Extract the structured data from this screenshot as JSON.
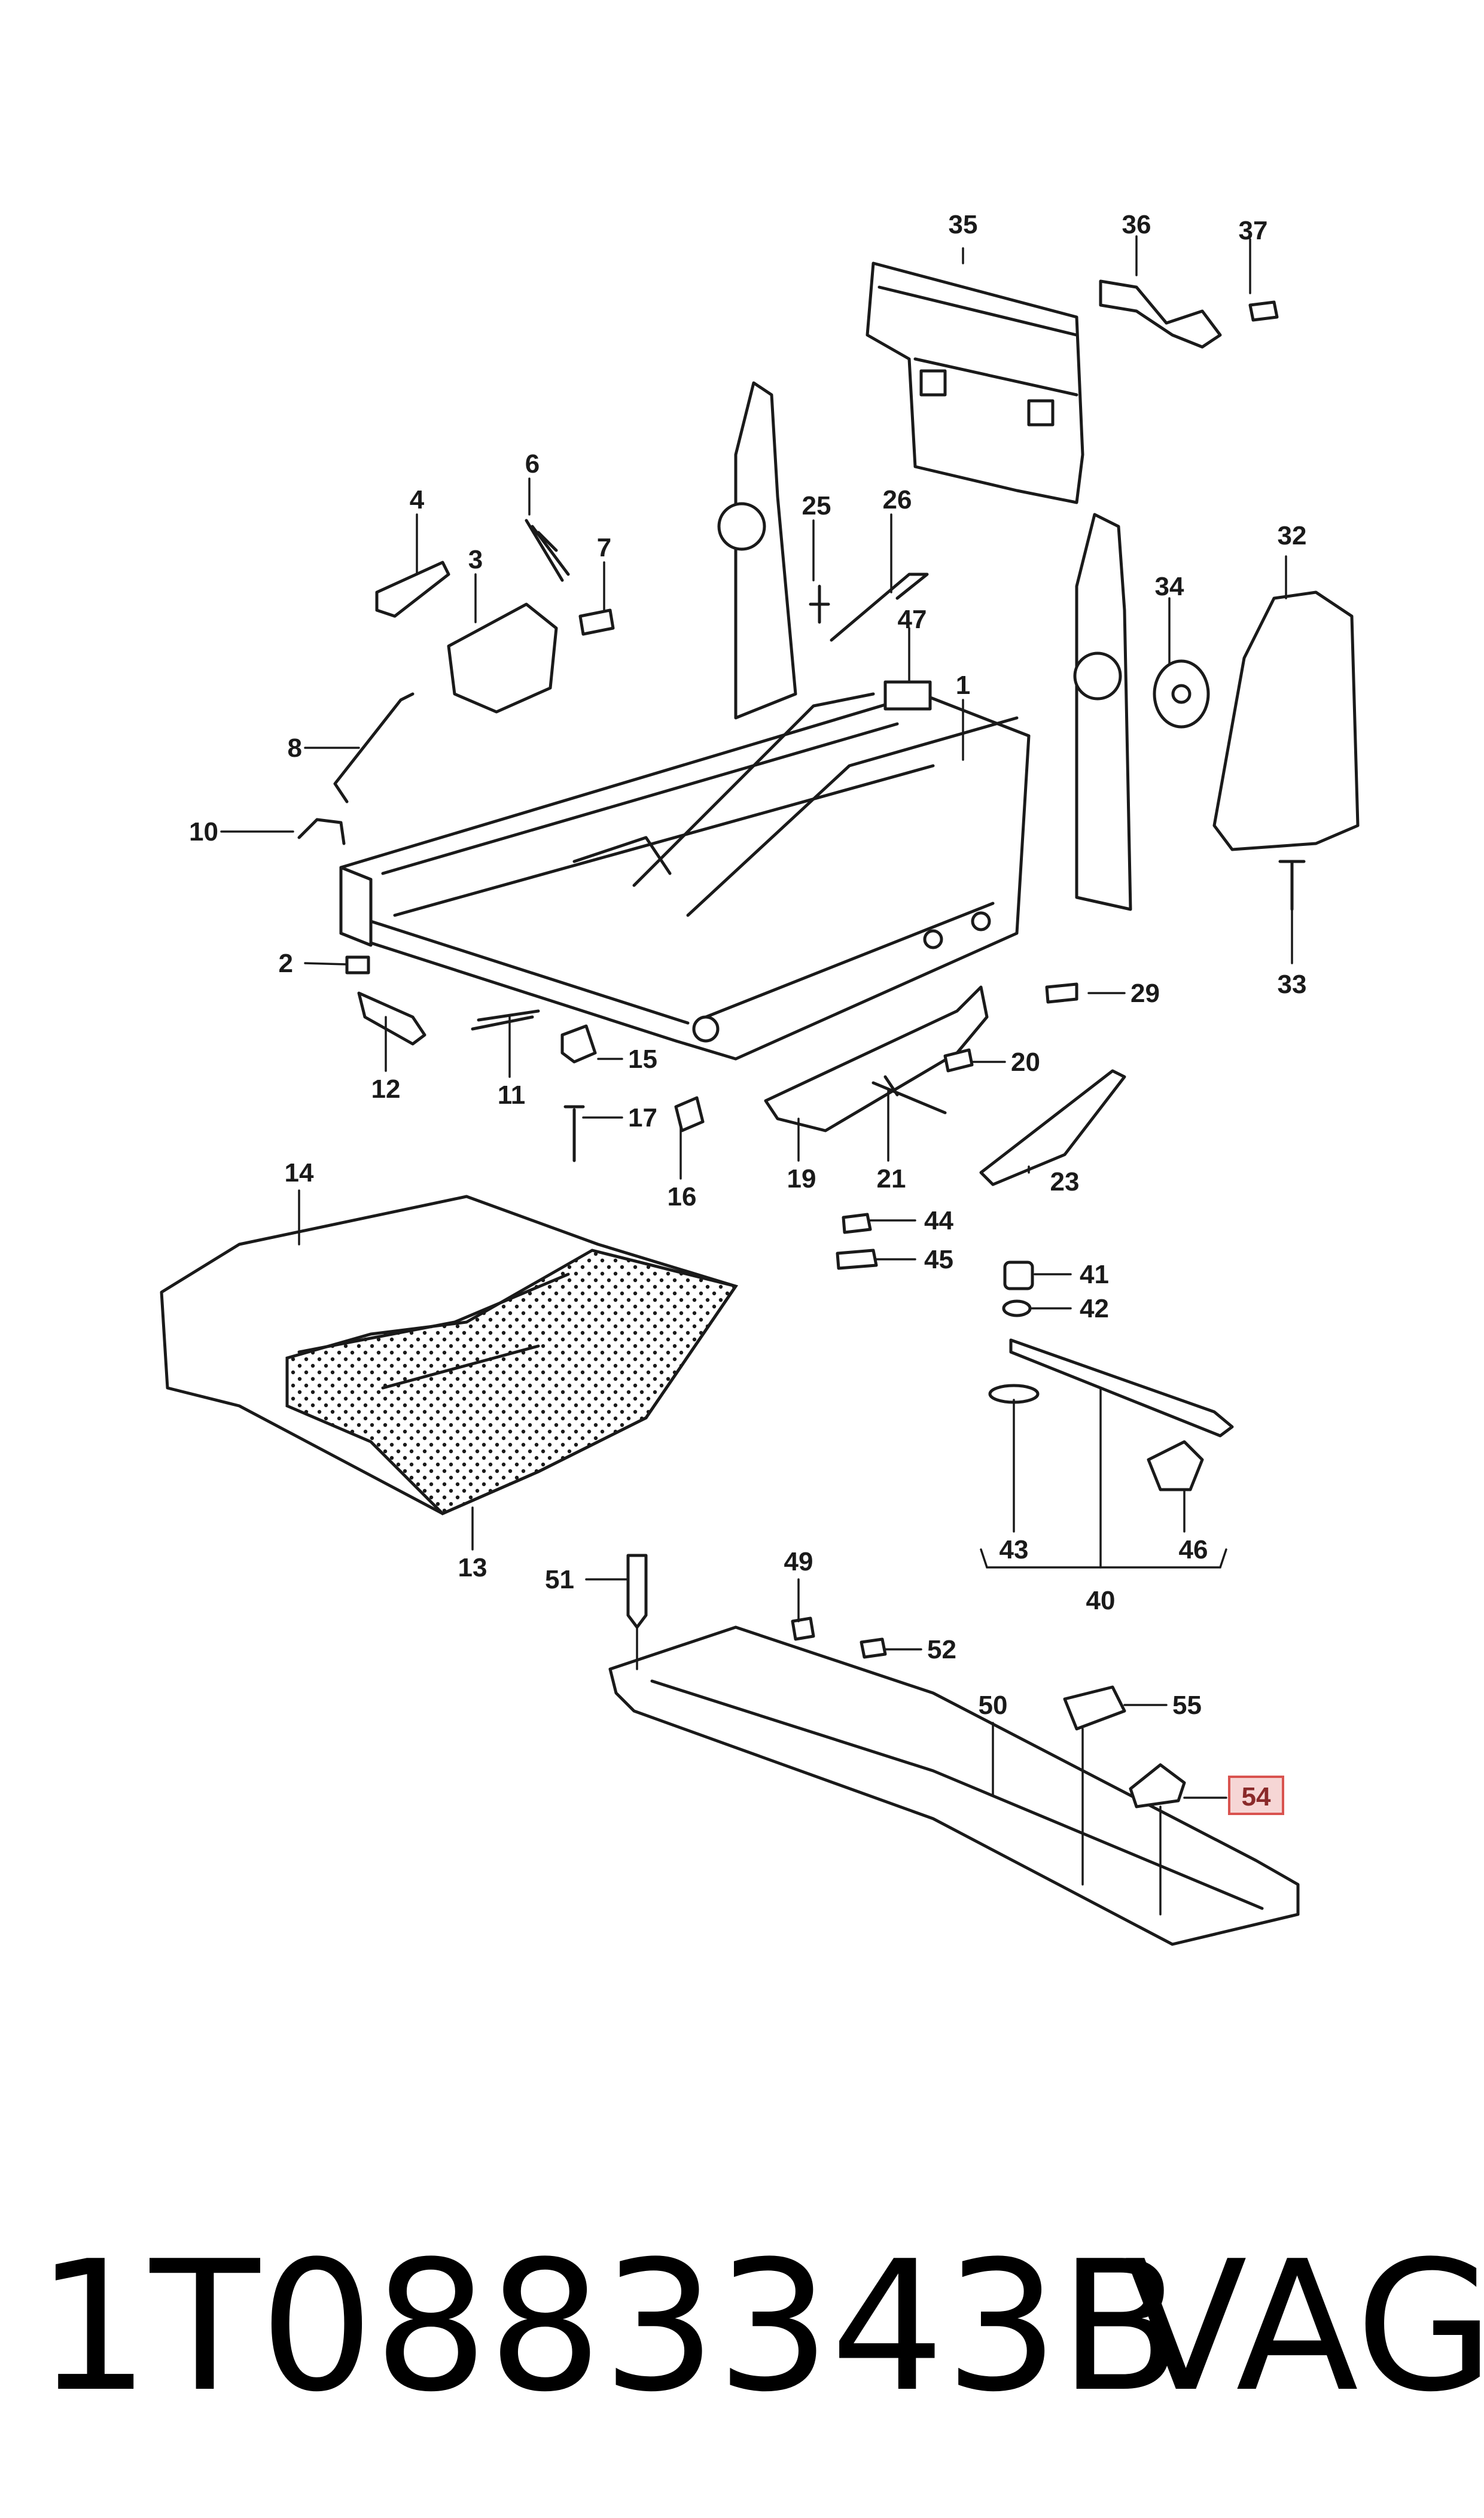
{
  "callouts": [
    "1",
    "2",
    "3",
    "4",
    "6",
    "7",
    "8",
    "10",
    "11",
    "12",
    "13",
    "14",
    "15",
    "16",
    "17",
    "19",
    "20",
    "21",
    "23",
    "25",
    "26",
    "29",
    "32",
    "33",
    "34",
    "35",
    "36",
    "37",
    "40",
    "41",
    "42",
    "43",
    "44",
    "45",
    "46",
    "47",
    "49",
    "50",
    "51",
    "52",
    "54",
    "55"
  ],
  "highlight_callout": "54",
  "highlight_color": "#d9534f",
  "footer": {
    "part_number": "1T0883343B",
    "brand": "VAG"
  }
}
